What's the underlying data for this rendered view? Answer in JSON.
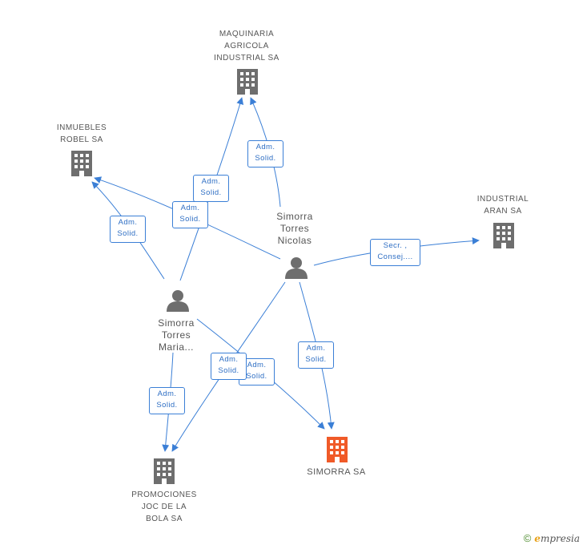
{
  "colors": {
    "edge": "#3b7fd6",
    "company_icon": "#6e6e6e",
    "target_icon": "#f05a28",
    "person_icon": "#6e6e6e"
  },
  "nodes": {
    "maquinaria": {
      "label": "MAQUINARIA\nAGRICOLA\nINDUSTRIAL SA",
      "icon": "building-icon"
    },
    "inmuebles": {
      "label": "INMUEBLES\nROBEL SA",
      "icon": "building-icon"
    },
    "industrial_aran": {
      "label": "INDUSTRIAL\nARAN SA",
      "icon": "building-icon"
    },
    "promociones": {
      "label": "PROMOCIONES\nJOC DE LA\nBOLA SA",
      "icon": "building-icon"
    },
    "simorra_sa": {
      "label": "SIMORRA SA",
      "icon": "building-icon"
    },
    "nicolas": {
      "label": "Simorra\nTorres\nNicolas",
      "icon": "person-icon"
    },
    "maria": {
      "label": "Simorra\nTorres\nMaria...",
      "icon": "person-icon"
    }
  },
  "edges": [
    {
      "id": "e1",
      "from": "nicolas",
      "to": "maquinaria",
      "label": "Adm.\nSolid."
    },
    {
      "id": "e2",
      "from": "maria",
      "to": "maquinaria",
      "label": "Adm.\nSolid."
    },
    {
      "id": "e3",
      "from": "nicolas",
      "to": "inmuebles",
      "label": "Adm.\nSolid."
    },
    {
      "id": "e4",
      "from": "maria",
      "to": "inmuebles",
      "label": "Adm.\nSolid."
    },
    {
      "id": "e5",
      "from": "nicolas",
      "to": "industrial_aran",
      "label": "Secr. ,\nConsej...."
    },
    {
      "id": "e6",
      "from": "nicolas",
      "to": "simorra_sa",
      "label": "Adm.\nSolid."
    },
    {
      "id": "e7",
      "from": "maria",
      "to": "simorra_sa",
      "label": "Adm.\nSolid."
    },
    {
      "id": "e8",
      "from": "nicolas",
      "to": "promociones",
      "label": "Adm.\nSolid."
    },
    {
      "id": "e9",
      "from": "maria",
      "to": "promociones",
      "label": "Adm.\nSolid."
    }
  ],
  "footer": {
    "copyright": "©",
    "brand_e": "e",
    "brand_rest": "mpresia"
  }
}
